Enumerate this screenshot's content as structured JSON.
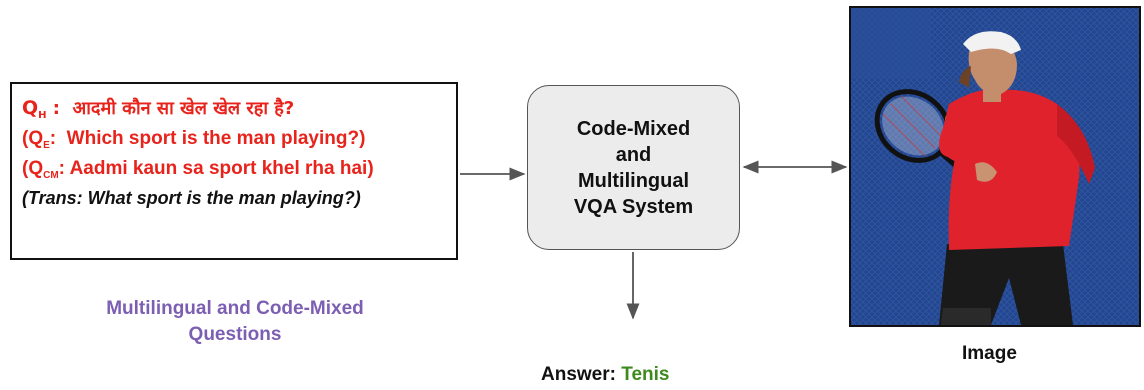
{
  "questions": {
    "hindi": {
      "label": "Q",
      "sub": "H",
      "sep": " :  ",
      "text": "आदमी कौन सा खेल खेल रहा है?"
    },
    "english": {
      "open": "(Q",
      "sub": "E",
      "text": ":  Which sport is the man playing?)"
    },
    "codemixed": {
      "open": "(Q",
      "sub": "CM",
      "text": ": Aadmi kaun sa sport khel rha hai)"
    },
    "translation": "(Trans: What sport is the man playing?)",
    "caption_line1": "Multilingual and Code-Mixed",
    "caption_line2": "Questions"
  },
  "system": {
    "line1": "Code-Mixed",
    "line2": "and",
    "line3": "Multilingual",
    "line4": "VQA System"
  },
  "answer": {
    "label": "Answer: ",
    "value": "Tenis"
  },
  "image": {
    "caption": "Image"
  },
  "colors": {
    "question_red": "#e8231c",
    "caption_purple": "#7c5fb3",
    "answer_green": "#3f8a1f",
    "box_gray": "#ececec"
  }
}
